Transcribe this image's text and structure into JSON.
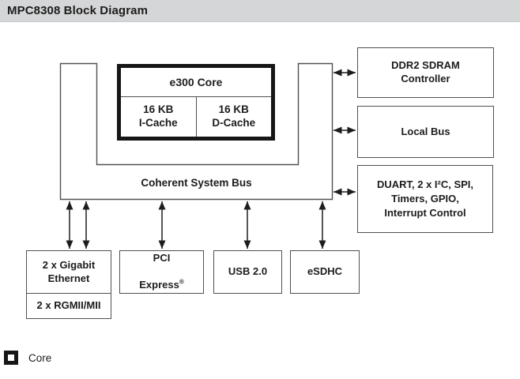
{
  "header": {
    "title": "MPC8308 Block Diagram"
  },
  "diagram": {
    "core": {
      "title": "e300 Core",
      "icache": "16 KB\nI-Cache",
      "dcache": "16 KB\nD-Cache"
    },
    "bus": {
      "label": "Coherent System Bus"
    },
    "right_blocks": {
      "ddr2": {
        "label": "DDR2 SDRAM\nController"
      },
      "local_bus": {
        "label": "Local Bus"
      },
      "peripherals": {
        "label": "DUART, 2 x I²C, SPI,\nTimers, GPIO,\nInterrupt Control"
      }
    },
    "bottom_blocks": {
      "gigabit_ethernet": {
        "label": "2 x Gigabit\nEthernet"
      },
      "rgmii": {
        "label": "2 x RGMII/MII"
      },
      "pci_express": {
        "line1": "PCI",
        "line2": "Express",
        "reg_mark": "®"
      },
      "usb": {
        "label": "USB 2.0"
      },
      "esdhc": {
        "label": "eSDHC"
      }
    }
  },
  "legend": {
    "swatch_icon": "core-square-icon",
    "label": "Core"
  },
  "colors": {
    "titlebar_bg": "#d5d6d7",
    "line": "#4f5052",
    "thick_border": "#161616",
    "text": "#1c1c1c"
  }
}
